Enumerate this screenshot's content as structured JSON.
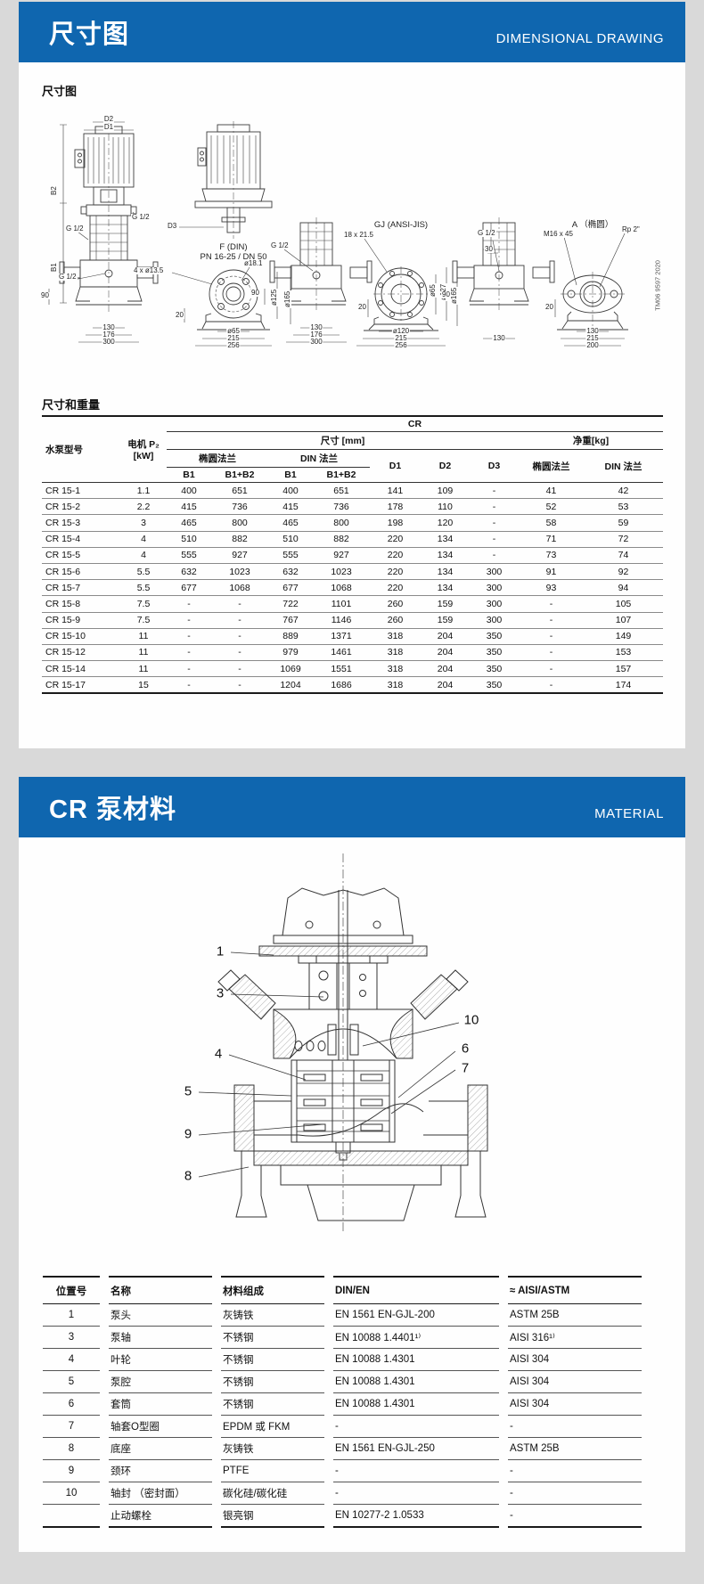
{
  "section1": {
    "title_zh": "尺寸图",
    "title_en": "DIMENSIONAL DRAWING",
    "drawing_label": "尺寸图",
    "table_title": "尺寸和重量"
  },
  "drawing1": {
    "labels": {
      "d2": "D2",
      "d1": "D1",
      "b2": "B2",
      "b1": "B1",
      "d3": "D3",
      "g12": "G 1/2",
      "deg90": "90",
      "dim20": "20",
      "dim30": "30",
      "dim130": "130",
      "dim176": "176",
      "dim200": "200",
      "dim215": "215",
      "dim256": "256",
      "dim300": "300",
      "f_din": "F (DIN)",
      "pn": "PN 16-25 / DN 50",
      "bolt4": "4 x ø13.5",
      "dia181": "ø18.1",
      "dia125": "ø125",
      "dia165": "ø165",
      "dia65": "ø65",
      "dia120": "ø120",
      "dia127": "ø127",
      "gj": "GJ (ANSI-JIS)",
      "slot": "18 x 21.5",
      "a_oval": "A （椭圆）",
      "m16": "M16 x 45",
      "rp2": "Rp 2\"",
      "tm": "TM06 9597 2020"
    }
  },
  "dims_table": {
    "group_cr": "CR",
    "col_model": "水泵型号",
    "col_motor_l1": "电机 P₂",
    "col_motor_l2": "[kW]",
    "group_dims": "尺寸 [mm]",
    "group_weight": "净重[kg]",
    "group_oval": "椭圆法兰",
    "group_din": "DIN 法兰",
    "col_b1": "B1",
    "col_b1b2": "B1+B2",
    "col_d1": "D1",
    "col_d2": "D2",
    "col_d3": "D3",
    "col_wt_oval": "椭圆法兰",
    "col_wt_din": "DIN 法兰",
    "rows": [
      [
        "CR 15-1",
        "1.1",
        "400",
        "651",
        "400",
        "651",
        "141",
        "109",
        "-",
        "41",
        "42"
      ],
      [
        "CR 15-2",
        "2.2",
        "415",
        "736",
        "415",
        "736",
        "178",
        "110",
        "-",
        "52",
        "53"
      ],
      [
        "CR 15-3",
        "3",
        "465",
        "800",
        "465",
        "800",
        "198",
        "120",
        "-",
        "58",
        "59"
      ],
      [
        "CR 15-4",
        "4",
        "510",
        "882",
        "510",
        "882",
        "220",
        "134",
        "-",
        "71",
        "72"
      ],
      [
        "CR 15-5",
        "4",
        "555",
        "927",
        "555",
        "927",
        "220",
        "134",
        "-",
        "73",
        "74"
      ],
      [
        "CR 15-6",
        "5.5",
        "632",
        "1023",
        "632",
        "1023",
        "220",
        "134",
        "300",
        "91",
        "92"
      ],
      [
        "CR 15-7",
        "5.5",
        "677",
        "1068",
        "677",
        "1068",
        "220",
        "134",
        "300",
        "93",
        "94"
      ],
      [
        "CR 15-8",
        "7.5",
        "-",
        "-",
        "722",
        "1101",
        "260",
        "159",
        "300",
        "-",
        "105"
      ],
      [
        "CR 15-9",
        "7.5",
        "-",
        "-",
        "767",
        "1146",
        "260",
        "159",
        "300",
        "-",
        "107"
      ],
      [
        "CR 15-10",
        "11",
        "-",
        "-",
        "889",
        "1371",
        "318",
        "204",
        "350",
        "-",
        "149"
      ],
      [
        "CR 15-12",
        "11",
        "-",
        "-",
        "979",
        "1461",
        "318",
        "204",
        "350",
        "-",
        "153"
      ],
      [
        "CR 15-14",
        "11",
        "-",
        "-",
        "1069",
        "1551",
        "318",
        "204",
        "350",
        "-",
        "157"
      ],
      [
        "CR 15-17",
        "15",
        "-",
        "-",
        "1204",
        "1686",
        "318",
        "204",
        "350",
        "-",
        "174"
      ]
    ]
  },
  "section2": {
    "title_zh": "CR 泵材料",
    "title_en": "MATERIAL"
  },
  "drawing2": {
    "callouts": {
      "c1": "1",
      "c3": "3",
      "c4": "4",
      "c5": "5",
      "c6": "6",
      "c7": "7",
      "c8": "8",
      "c9": "9",
      "c10": "10"
    }
  },
  "materials_table": {
    "headers": [
      "位置号",
      "名称",
      "材料组成",
      "DIN/EN",
      "≈ AISI/ASTM"
    ],
    "rows": [
      [
        "1",
        "泵头",
        "灰铸铁",
        "EN 1561 EN-GJL-200",
        "ASTM 25B"
      ],
      [
        "3",
        "泵轴",
        "不锈钢",
        "EN 10088 1.4401¹⁾",
        "AISI 316¹⁾"
      ],
      [
        "4",
        "叶轮",
        "不锈钢",
        "EN 10088 1.4301",
        "AISI 304"
      ],
      [
        "5",
        "泵腔",
        "不锈钢",
        "EN 10088 1.4301",
        "AISI 304"
      ],
      [
        "6",
        "套筒",
        "不锈钢",
        "EN 10088 1.4301",
        "AISI 304"
      ],
      [
        "7",
        "轴套O型圈",
        "EPDM 或 FKM",
        "-",
        "-"
      ],
      [
        "8",
        "底座",
        "灰铸铁",
        "EN 1561 EN-GJL-250",
        "ASTM 25B"
      ],
      [
        "9",
        "颈环",
        "PTFE",
        "-",
        "-"
      ],
      [
        "10",
        "轴封 （密封面）",
        "碳化硅/碳化硅",
        "-",
        "-"
      ],
      [
        "",
        "止动螺栓",
        "银亮钢",
        "EN 10277-2 1.0533",
        "-"
      ]
    ]
  },
  "colors": {
    "header_blue": "#0f66af"
  }
}
